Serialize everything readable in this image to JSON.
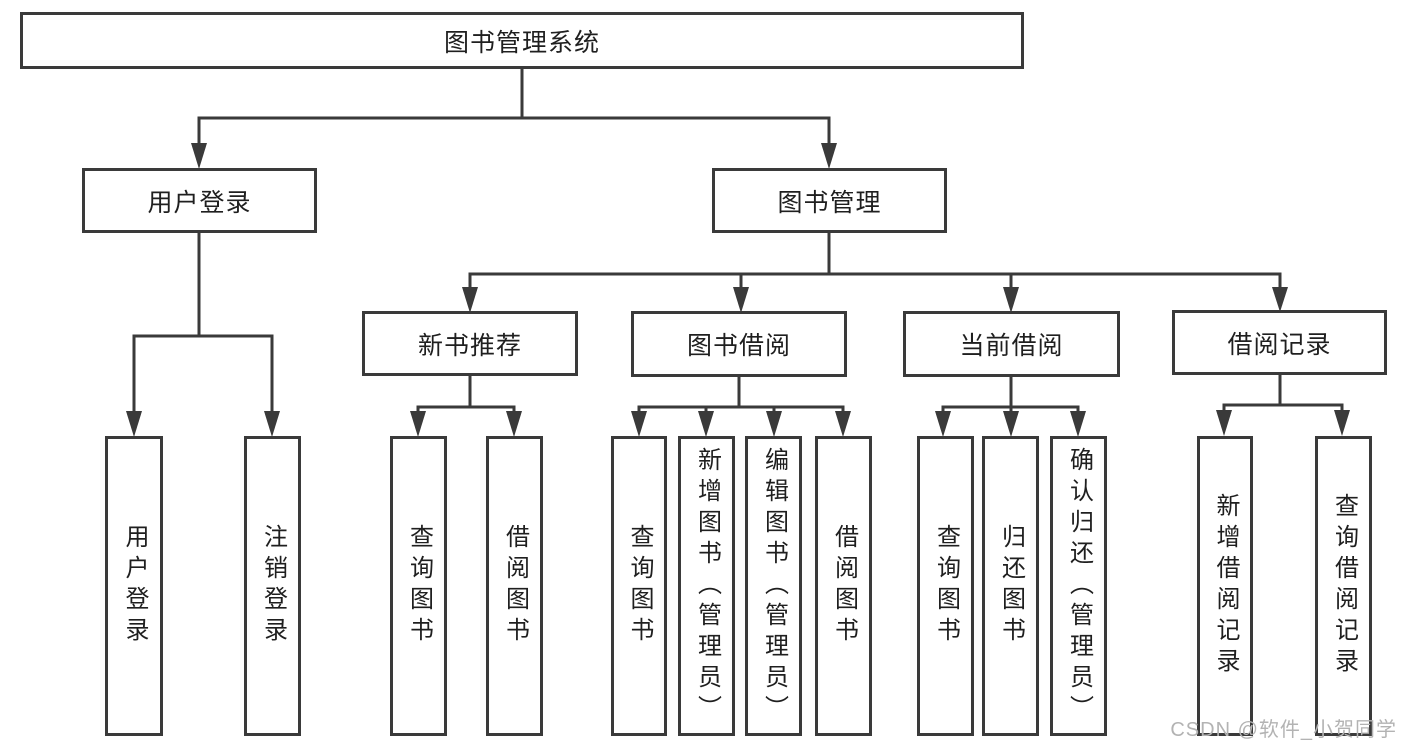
{
  "diagram": {
    "root_label": "图书管理系统",
    "tree": [
      {
        "label": "用户登录",
        "children": [
          "用户登录",
          "注销登录"
        ]
      },
      {
        "label": "图书管理",
        "children": [
          {
            "label": "新书推荐",
            "children": [
              "查询图书",
              "借阅图书"
            ]
          },
          {
            "label": "图书借阅",
            "children": [
              "查询图书",
              "新增图书（管理员）",
              "编辑图书（管理员）",
              "借阅图书"
            ]
          },
          {
            "label": "当前借阅",
            "children": [
              "查询图书",
              "归还图书",
              "确认归还（管理员）"
            ]
          },
          {
            "label": "借阅记录",
            "children": [
              "新增借阅记录",
              "查询借阅记录"
            ]
          }
        ]
      }
    ]
  },
  "watermark": {
    "text": "CSDN @软件_小贺同学"
  },
  "colors": {
    "line": "#3a3a3a",
    "text": "#1f1f1f",
    "background": "#ffffff",
    "watermark": "#b3b3b3"
  }
}
